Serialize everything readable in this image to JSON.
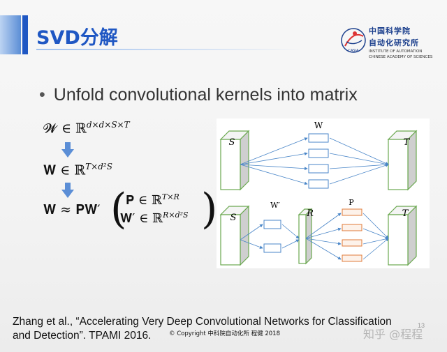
{
  "slide": {
    "title": "SVD分解",
    "logo": {
      "cn_line1": "中国科学院",
      "cn_line2": "自动化研究所",
      "en_line1": "INSTITUTE OF AUTOMATION",
      "en_line2": "CHINESE ACADEMY OF SCIENCES",
      "seal_text": "CASIA"
    },
    "bullet": "Unfold convolutional kernels into matrix",
    "equations": {
      "eq1_lhs": "𝓦 ∈ ℝ",
      "eq1_sup": "d×d×S×T",
      "eq2_lhs": "𝐖 ∈ ℝ",
      "eq2_sup": "T×d²S",
      "eq3_lhs": "𝐖 ≈ 𝐏𝐖′",
      "eq3_case1": "𝐏 ∈ ℝ",
      "eq3_case1_sup": "T×R",
      "eq3_case2": "𝐖′ ∈ ℝ",
      "eq3_case2_sup": "R×d²S"
    },
    "diagram": {
      "top_label": "W",
      "top_left_label": "S",
      "top_right_label": "T",
      "bottom_w_label": "W′",
      "bottom_p_label": "P",
      "bottom_left_label": "S",
      "bottom_mid_label": "R",
      "bottom_right_label": "T"
    },
    "citation_line1": "Zhang et al., “Accelerating Very Deep Convolutional Networks for Classification",
    "citation_line2": "and Detection”. TPAMI 2016.",
    "copyright": "© Copyright 中科院自动化所 程健 2018",
    "page_number": "13",
    "watermark": "知乎 @程程",
    "colors": {
      "accent": "#1f57c3",
      "box_border": "#6aa84f",
      "arrow": "#4a86c8",
      "p_box": "#e07b39"
    }
  }
}
